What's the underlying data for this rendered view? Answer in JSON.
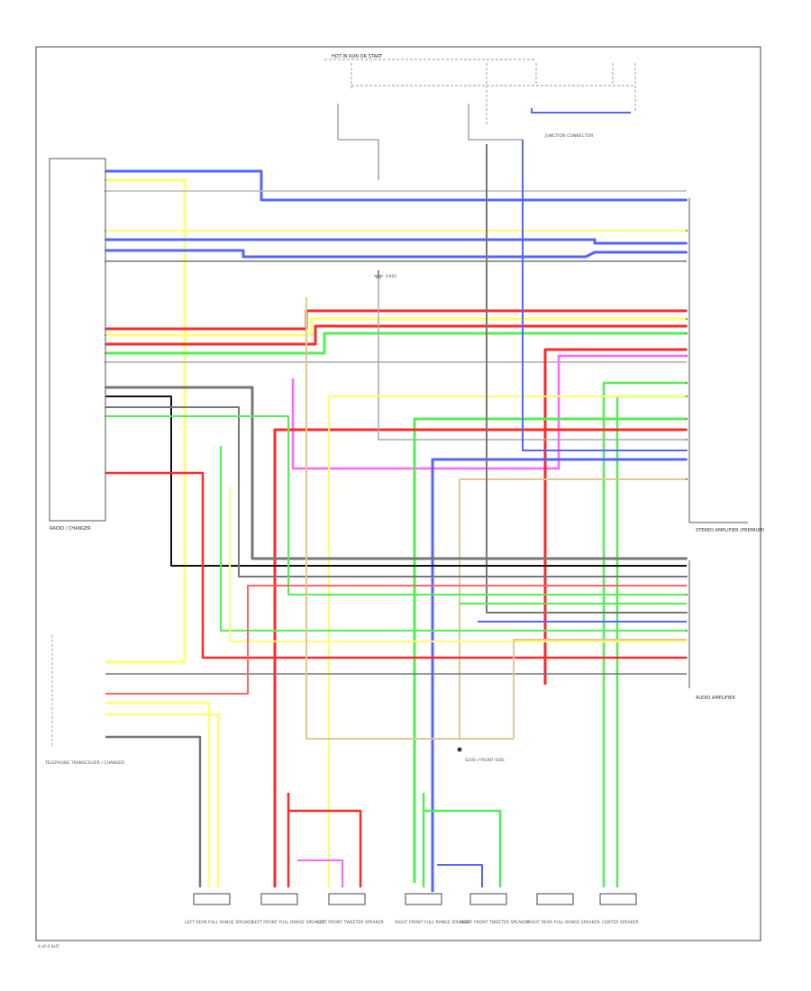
{
  "diagram": {
    "border_label": "4 of 4 SHT",
    "top_note": "HOT IN RUN OR START",
    "components": {
      "radio": "RADIO / CHANGER",
      "amplifier_top": "STEREO AMPLIFIER (PREMIUM)",
      "amplifier_bottom": "AUDIO AMPLIFIER",
      "ground": "G401",
      "bottom_left": "TELEPHONE TRANSCEIVER / CHANGER",
      "splice_note": "S200 / FRONT SIDE",
      "junction": "JUNCTION CONNECTOR"
    },
    "speakers": [
      {
        "label": "LEFT REAR FULL RANGE SPEAKER"
      },
      {
        "label": "LEFT FRONT FULL RANGE SPEAKER"
      },
      {
        "label": "LEFT FRONT TWEETER SPEAKER"
      },
      {
        "label": "RIGHT FRONT FULL RANGE SPEAKER"
      },
      {
        "label": "RIGHT FRONT TWEETER SPEAKER"
      },
      {
        "label": "RIGHT REAR FULL RANGE SPEAKER"
      },
      {
        "label": "CENTER SPEAKER"
      }
    ],
    "wire_colors": {
      "red": "#ff2a2a",
      "yellow": "#ffff70",
      "green": "#55ee55",
      "blue": "#5566ff",
      "pink": "#ff66ff",
      "gray": "#777777",
      "tan": "#e0c890",
      "black": "#111111",
      "orange": "#ff9966"
    }
  }
}
